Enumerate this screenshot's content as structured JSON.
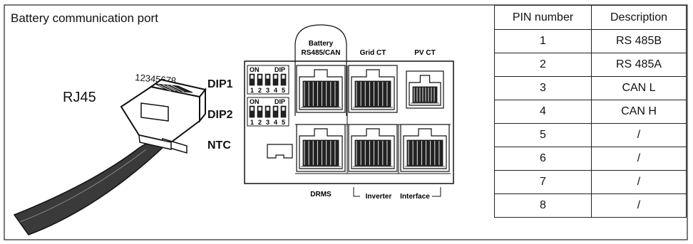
{
  "diagram": {
    "title": "Battery communication port",
    "connector_name": "RJ45",
    "pin_sequence": "12345678",
    "side_labels": [
      "DIP1",
      "DIP2",
      "NTC"
    ],
    "dip_on": "ON",
    "dip_label": "DIP",
    "dip_numbers": [
      "1",
      "2",
      "3",
      "4",
      "5"
    ],
    "port_labels": {
      "battery_line1": "Battery",
      "battery_line2": "RS485/CAN",
      "grid_ct": "Grid CT",
      "pv_ct": "PV CT",
      "drms": "DRMS",
      "inverter": "Inverter",
      "interface": "Interface"
    }
  },
  "pin_table": {
    "headers": [
      "PIN number",
      "Description"
    ],
    "rows": [
      {
        "pin": "1",
        "desc": "RS 485B"
      },
      {
        "pin": "2",
        "desc": "RS 485A"
      },
      {
        "pin": "3",
        "desc": "CAN  L"
      },
      {
        "pin": "4",
        "desc": "CAN  H"
      },
      {
        "pin": "5",
        "desc": "/"
      },
      {
        "pin": "6",
        "desc": "/"
      },
      {
        "pin": "7",
        "desc": "/"
      },
      {
        "pin": "8",
        "desc": "/"
      }
    ]
  }
}
